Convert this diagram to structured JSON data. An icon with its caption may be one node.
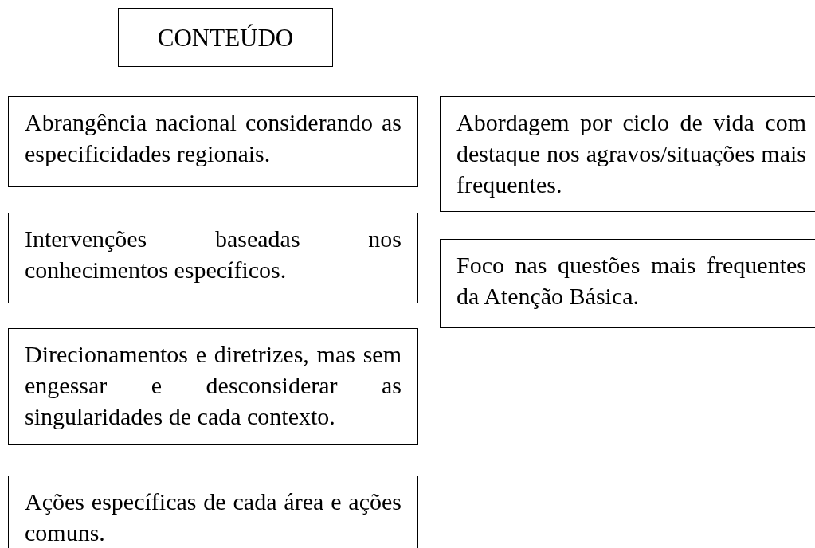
{
  "diagram": {
    "nodes": [
      {
        "text": [
          "CONTEÚDO"
        ]
      },
      {
        "text": [
          "Abrangência nacional considerando as especificidades regionais."
        ]
      },
      {
        "text": [
          "Abordagem por ciclo de vida com destaque nos agravos/situações mais frequentes."
        ]
      },
      {
        "text": [
          "Intervenções baseadas nos conhecimentos específicos."
        ]
      },
      {
        "text": [
          "Foco nas questões mais frequentes da Atenção Básica."
        ]
      },
      {
        "text": [
          "Direcionamentos e diretrizes, mas sem engessar e desconsiderar as singularidades de cada contexto."
        ]
      },
      {
        "text": [
          "Ações específicas de cada área e ações comuns."
        ]
      }
    ]
  }
}
